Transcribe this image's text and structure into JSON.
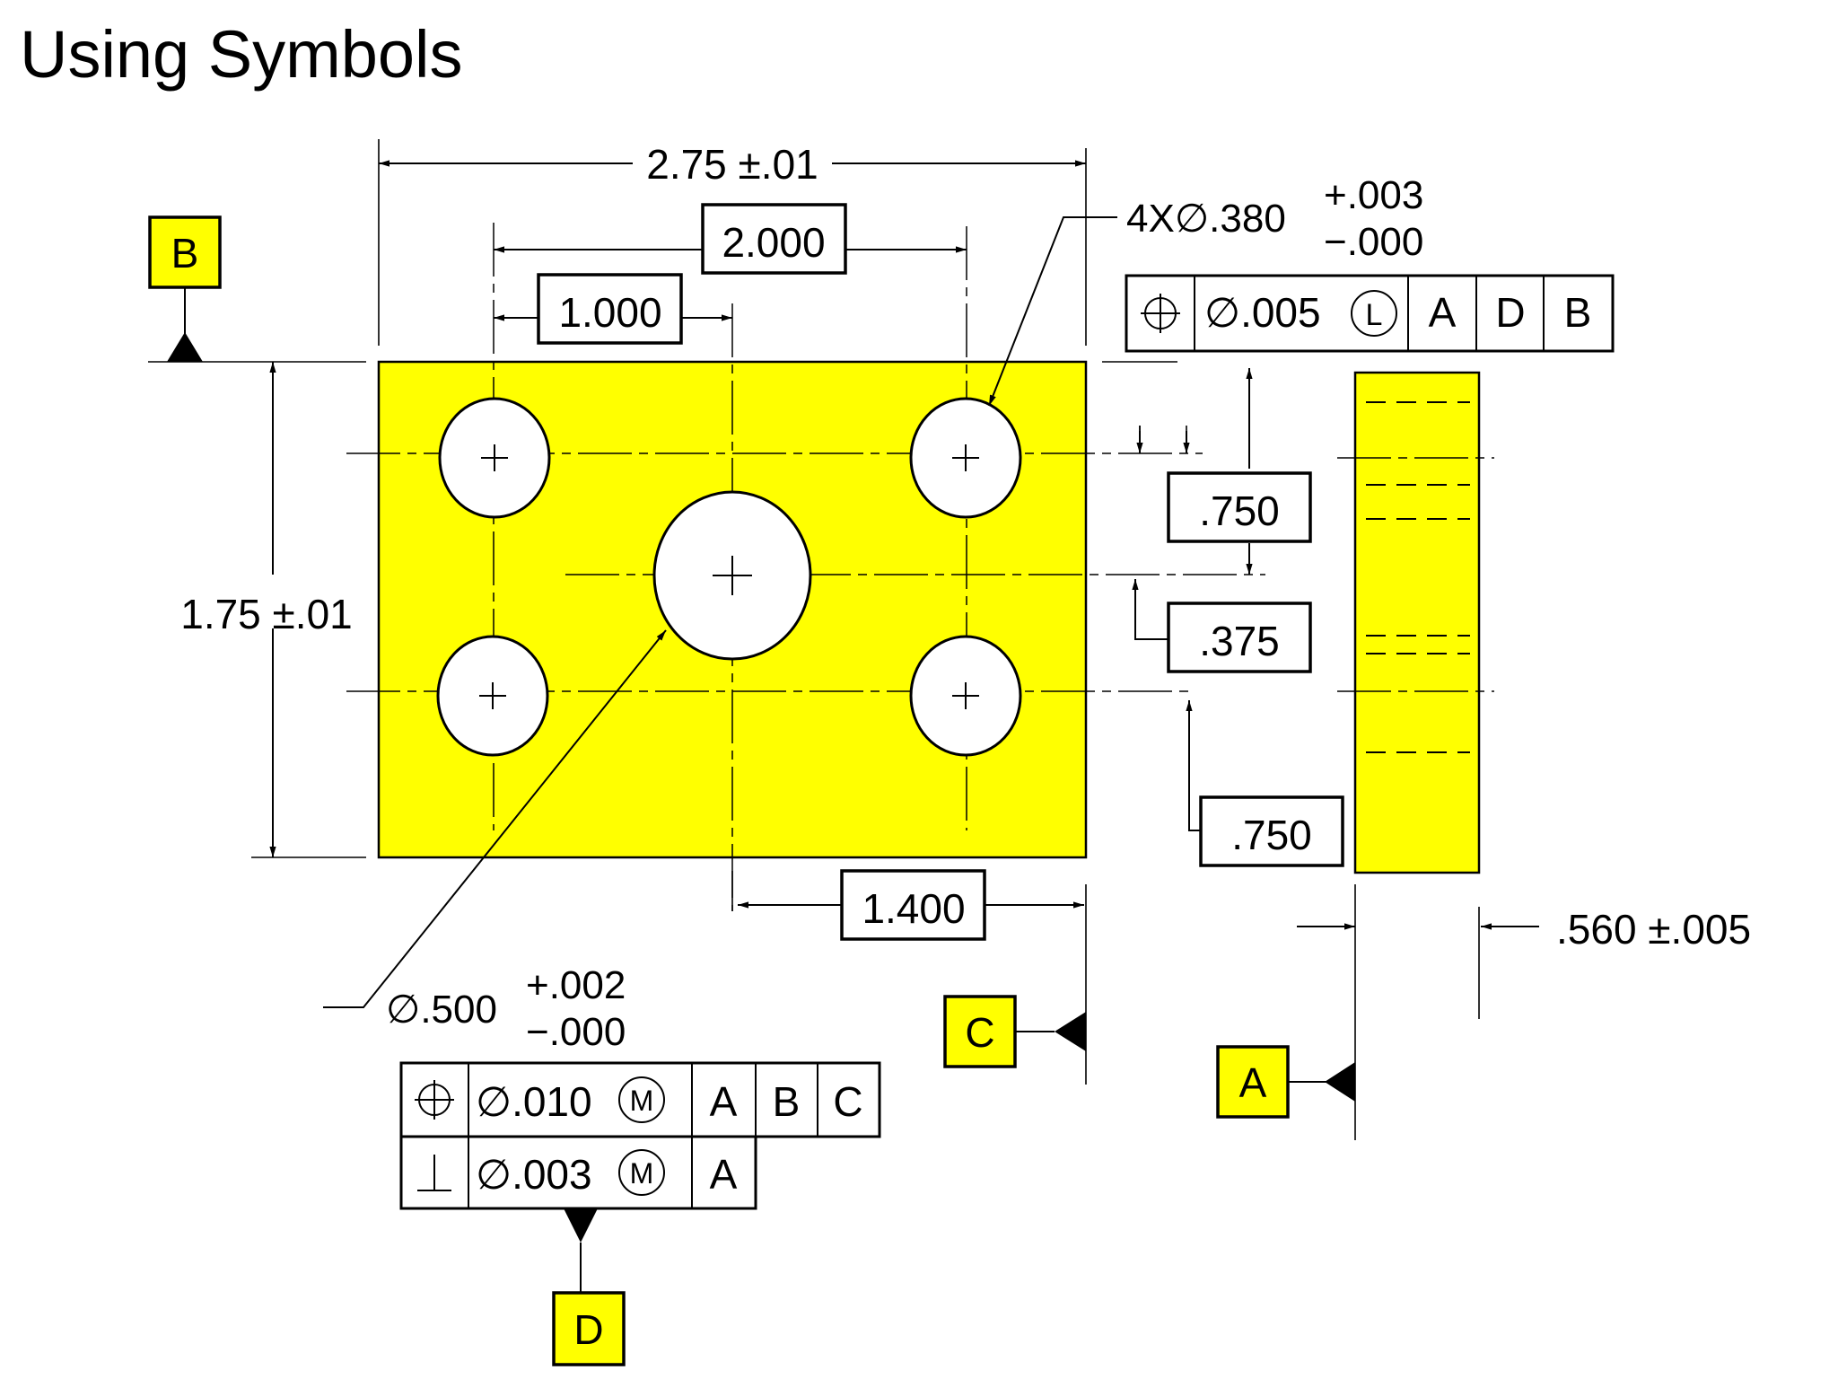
{
  "title": "Using Symbols",
  "dims": {
    "overall_width": "2.75 ±.01",
    "hole_spacing_x": "2.000",
    "center_hole_x": "1.000",
    "overall_height": "1.75 ±.01",
    "dim_750_top": ".750",
    "dim_375": ".375",
    "dim_750_right": ".750",
    "dim_1400": "1.400",
    "thickness": ".560 ±.005"
  },
  "callouts": {
    "small_holes": {
      "count_dia": "4X∅.380",
      "upper_tol": "+.003",
      "lower_tol": "−.000"
    },
    "large_hole": {
      "dia": "∅.500",
      "upper_tol": "+.002",
      "lower_tol": "−.000"
    }
  },
  "fcf_small": {
    "symbol": "position",
    "tolerance": "∅.005",
    "modifier": "L",
    "datums": [
      "A",
      "D",
      "B"
    ]
  },
  "fcf_large": {
    "row1": {
      "symbol": "position",
      "tolerance": "∅.010",
      "modifier": "M",
      "datums": [
        "A",
        "B",
        "C"
      ]
    },
    "row2": {
      "symbol": "perpendicularity",
      "tolerance": "∅.003",
      "modifier": "M",
      "datums": [
        "A"
      ]
    }
  },
  "datum_labels": {
    "a": "A",
    "b": "B",
    "c": "C",
    "d": "D"
  },
  "colors": {
    "part_fill": "#ffff00",
    "ink": "#000000",
    "background": "#ffffff"
  }
}
